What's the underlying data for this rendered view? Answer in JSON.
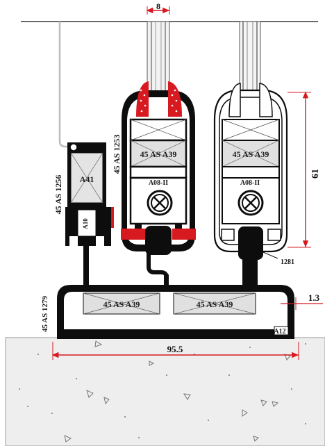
{
  "colors": {
    "profile": "#0d0d0d",
    "gasket": "#d71920",
    "dimension": "#d71920",
    "glass": "#e6e6e6",
    "insulation_fill": "#e0e0e0",
    "concrete": "#eeeeee",
    "outline": "#ffffff"
  },
  "dimensions": {
    "top_width": "8",
    "height": "61",
    "right_gap": "1.3",
    "base_width": "95.5"
  },
  "labels": {
    "side_profile": "45 AS 1256",
    "main_profile": "45 AS 1253",
    "base_profile": "45 AS 1279",
    "insert_side": "A41",
    "insert_small": "A10",
    "insert_center": "A08-II",
    "insert_right": "A08-II",
    "insert_base_right": "A12",
    "right_callout": "1281",
    "insulation_left_sash": "45 AS A39",
    "insulation_right_sash": "45 AS A39",
    "insulation_base_left": "45 AS A39",
    "insulation_base_right": "45 AS A39"
  }
}
